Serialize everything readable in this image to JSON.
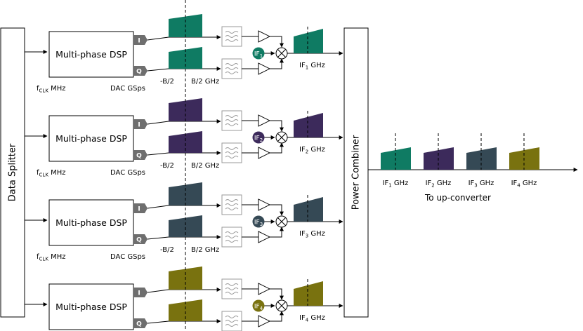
{
  "splitter_label": "Data Splitter",
  "combiner_label": "Power Combiner",
  "dsp_label": "Multi-phase DSP",
  "port_i": "I",
  "port_q": "Q",
  "fclk_main": "f",
  "fclk_sub": "CLK",
  "fclk_unit": "MHz",
  "dac_label": "DAC GSps",
  "neg_band": "-B/2",
  "pos_band": "B/2 GHz",
  "if_prefix": "IF",
  "ghz_unit": "GHz",
  "output_label": "To up-converter",
  "channels": [
    {
      "sub": "1",
      "color": "#0f7b63"
    },
    {
      "sub": "2",
      "color": "#3c2a5b"
    },
    {
      "sub": "3",
      "color": "#354955"
    },
    {
      "sub": "4",
      "color": "#79720f"
    }
  ],
  "colors": {
    "port_fill": "#6e6e6e",
    "filter_stroke": "#9a9a9a"
  }
}
